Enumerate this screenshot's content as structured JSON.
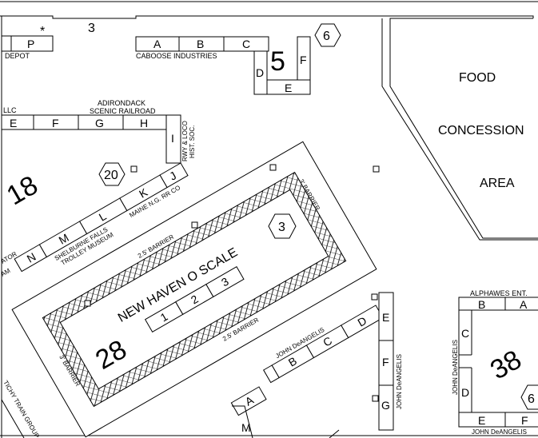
{
  "labels": {
    "top_row_number": "3",
    "star": "*",
    "booth_p": "P",
    "depot": "DEPOT",
    "booth_a_top": "A",
    "booth_b_top": "B",
    "booth_c_top": "C",
    "caboose_industries": "CABOOSE  INDUSTRIES",
    "sec5_number": "5",
    "sec5_d": "D",
    "sec5_e": "E",
    "sec5_f": "F",
    "hex6_top": "6",
    "food": "FOOD",
    "concession": "CONCESSION",
    "area": "AREA",
    "llc": "LLC",
    "row_e": "E",
    "row_f": "F",
    "row_g": "G",
    "row_h": "H",
    "row_i": "I",
    "adirondack": "ADIRONDACK",
    "scenic_railroad": "SCENIC RAILROAD",
    "rwy_loco": "RWY & LOCO",
    "hist_soc": "HIST. SOC.",
    "sec18_number": "18",
    "hex20": "20",
    "booth_j": "J",
    "booth_k": "K",
    "booth_l": "L",
    "booth_m": "M",
    "booth_n": "N",
    "maine_ng": "MAINE N.G. RR CO",
    "shelburne": "SHELBURNE FALLS",
    "trolley_museum": "TROLLEY MUSEUM",
    "ator": "ATOR",
    "am": "AM",
    "barrier_3_top": "3' BARRIER",
    "barrier_25_top": "2.5' BARRIER",
    "hex3": "3",
    "new_haven": "NEW HAVEN  O  SCALE",
    "sec28_number": "28",
    "table_1": "1",
    "table_2": "2",
    "table_3": "3",
    "barrier_25_bottom": "2.5' BARRIER",
    "barrier_3_bottom": "3' BARRIER",
    "john_deangelis_a": "JOHN DeANGELIS",
    "diag_b": "B",
    "diag_c": "C",
    "diag_d": "D",
    "col_e": "E",
    "col_f": "F",
    "col_g": "G",
    "john_deangelis_b": "JOHN DeANGELIS",
    "bottom_a": "A",
    "bottom_m": "M",
    "alphawes": "ALPHAWES ENT.",
    "sec38_b": "B",
    "sec38_a": "A",
    "sec38_c": "C",
    "sec38_d": "D",
    "sec38_number": "38",
    "john_deangelis_c": "JOHN DeANGELIS",
    "sec38_e": "E",
    "sec38_f": "F",
    "hex6_bottom": "6",
    "john_deangelis_d": "JOHN DeANGELIS",
    "tichy": "TICHY TRAIN GROUP"
  }
}
